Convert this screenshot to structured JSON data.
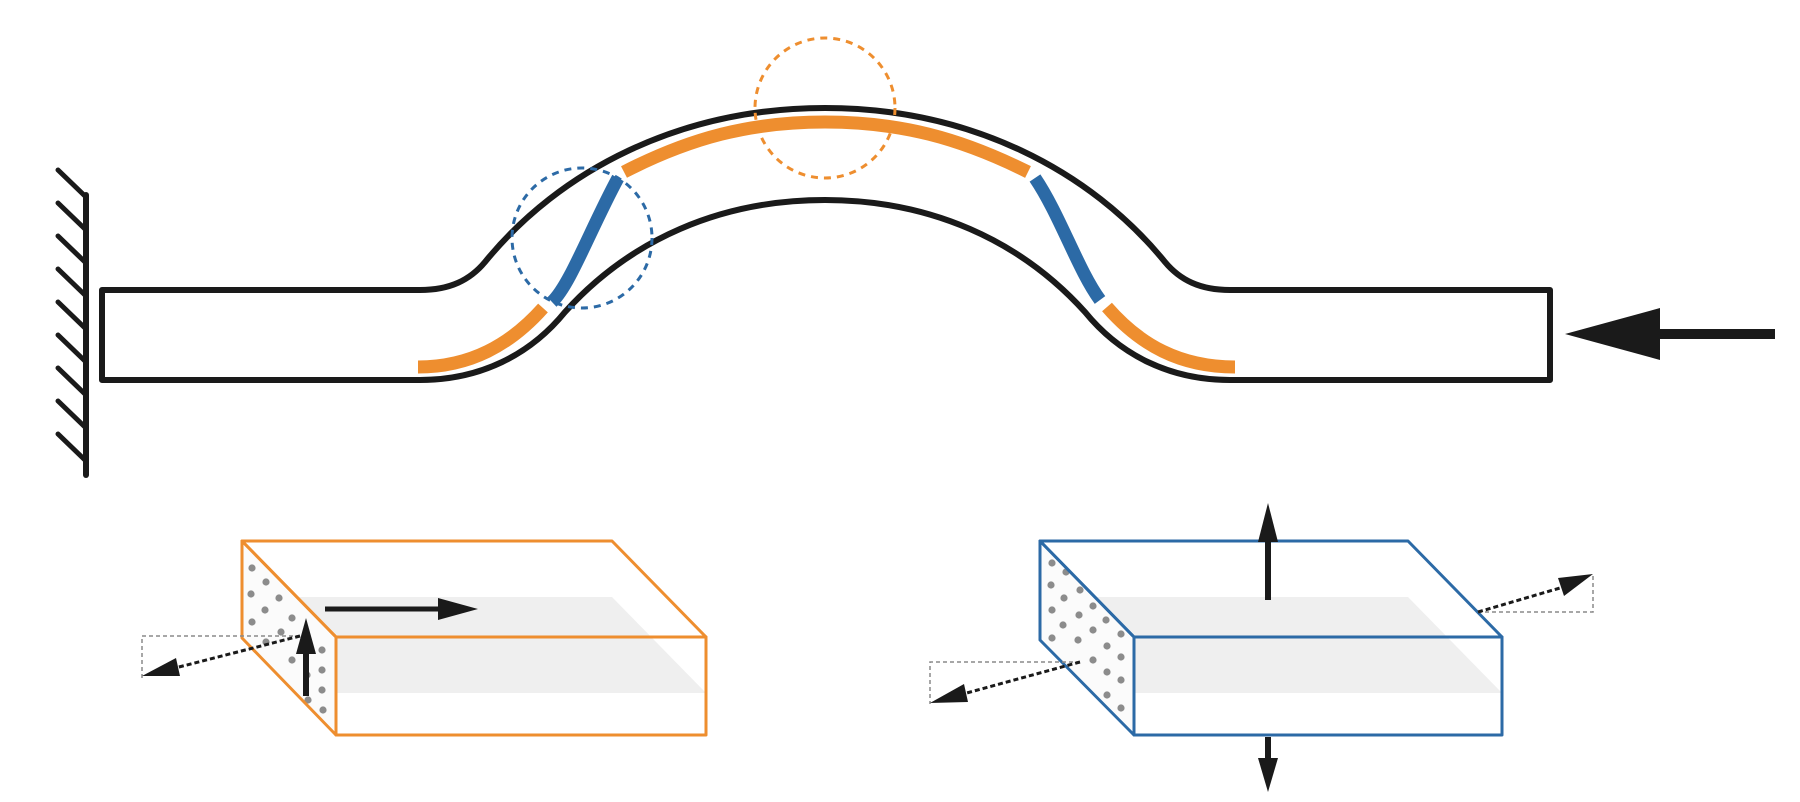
{
  "diagram": {
    "description_labels": [],
    "colors": {
      "outline": "#1a1a1a",
      "orange": "#ee8e2f",
      "blue": "#2c6aa6",
      "face_shade": "#efefef",
      "dots": "#8c8c8c",
      "helper_lines": "#8a8a8a"
    },
    "parts": {
      "wall": "fixed-wall-support",
      "beam": "buckled-strip",
      "load": "compressive-load-arrow",
      "left_block": "orange-element-block",
      "right_block": "blue-element-block"
    }
  }
}
